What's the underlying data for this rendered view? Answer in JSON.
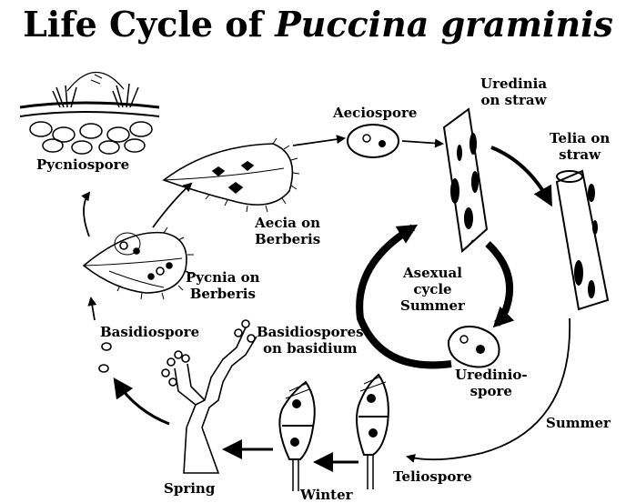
{
  "title": {
    "main": "Life Cycle of ",
    "italic": "Puccina graminis"
  },
  "labels": {
    "pycniospore": "Pycniospore",
    "aeciospore": "Aeciospore",
    "uredinia_l1": "Uredinia",
    "uredinia_l2": "on straw",
    "telia_l1": "Telia on",
    "telia_l2": "straw",
    "aecia_l1": "Aecia on",
    "aecia_l2": "Berberis",
    "asexual_l1": "Asexual",
    "asexual_l2": "cycle",
    "asexual_l3": "Summer",
    "pycnia_l1": "Pycnia on",
    "pycnia_l2": "Berberis",
    "basidiospore": "Basidiospore",
    "basidiospores_l1": "Basidiospores",
    "basidiospores_l2": "on basidium",
    "uredinio_l1": "Uredinio-",
    "uredinio_l2": "spore",
    "summer": "Summer",
    "teliospore": "Teliospore",
    "spring": "Spring",
    "winter": "Winter"
  }
}
